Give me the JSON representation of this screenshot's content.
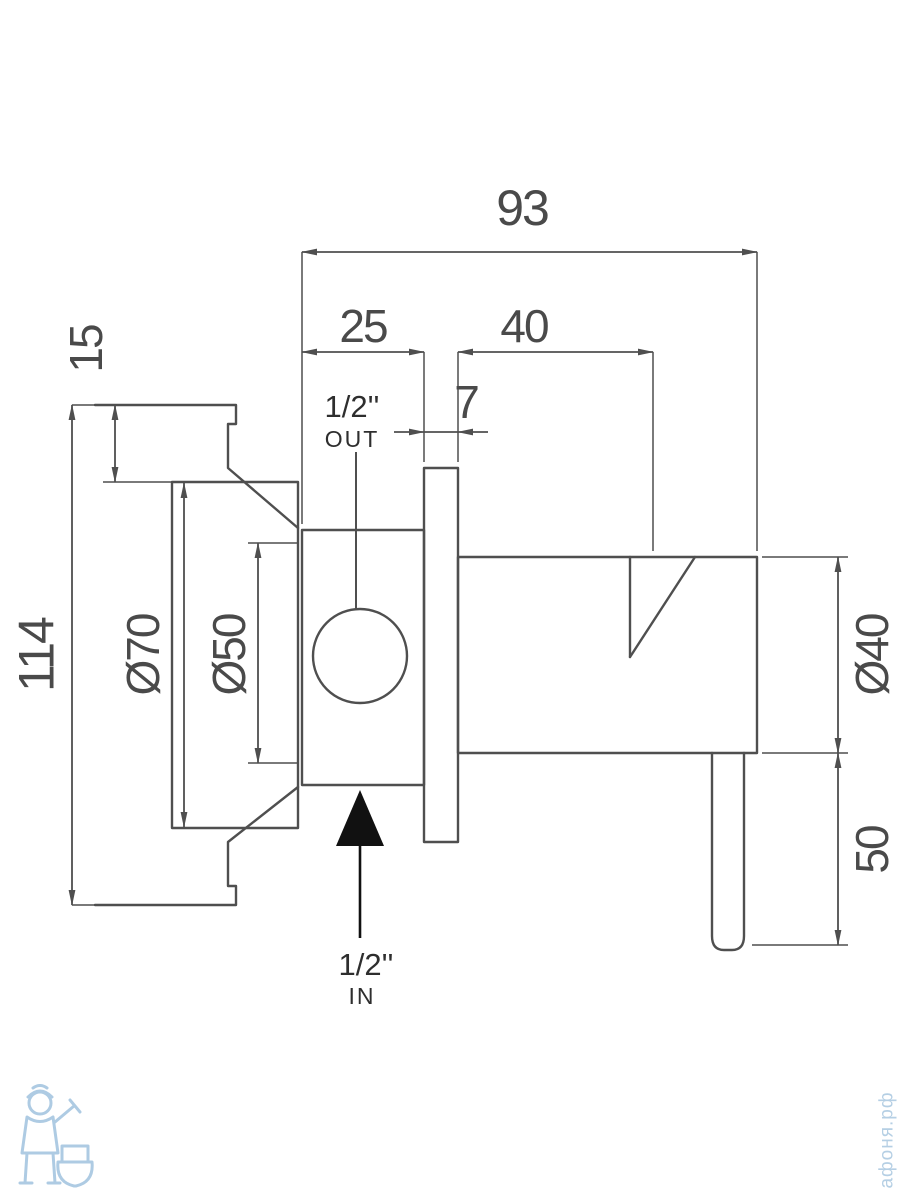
{
  "dims": {
    "total_depth": "93",
    "body_depth": "25",
    "cartridge_length": "40",
    "plate_thickness": "7",
    "bracket_offset": "15",
    "plate_height": "114",
    "plate_outer_diameter": "Ø70",
    "plate_inner_diameter": "Ø50",
    "handle_diameter": "Ø40",
    "lever_length": "50"
  },
  "ports": {
    "out_size": "1/2''",
    "out_label": "OUT",
    "in_size": "1/2''",
    "in_label": "IN"
  },
  "watermark": {
    "brand": "афоня.рф"
  },
  "colors": {
    "line": "#4f4f4f",
    "text": "#4a4a4a",
    "arrow_fill": "#111111",
    "watermark": "#aac9e2",
    "background": "#ffffff"
  }
}
